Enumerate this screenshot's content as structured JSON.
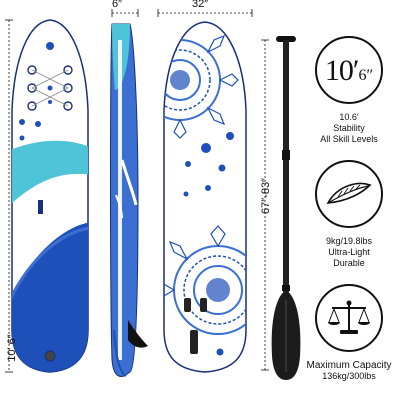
{
  "dimensions": {
    "thickness": "6″",
    "width": "32″",
    "length": "10′ 6″",
    "paddle": "67″-83″"
  },
  "features": [
    {
      "id": "length",
      "badge_main": "10′",
      "badge_sub": "6″",
      "lines": [
        "10.6′",
        "Stability",
        "All Skill Levels"
      ],
      "icon": "length-badge-icon"
    },
    {
      "id": "weight",
      "badge_main": "",
      "badge_sub": "",
      "lines": [
        "9kg/19.8lbs",
        "Ultra-Light",
        "Durable"
      ],
      "icon": "feather-icon"
    },
    {
      "id": "capacity",
      "badge_main": "",
      "badge_sub": "",
      "lines": [
        "Maximum Capacity",
        "136kg/300lbs"
      ],
      "icon": "balance-scale-icon"
    }
  ],
  "colors": {
    "blue_dark": "#1f4fb8",
    "blue_mid": "#3b6fd1",
    "teal": "#4fc3d7",
    "outline": "#1a2f7a"
  }
}
